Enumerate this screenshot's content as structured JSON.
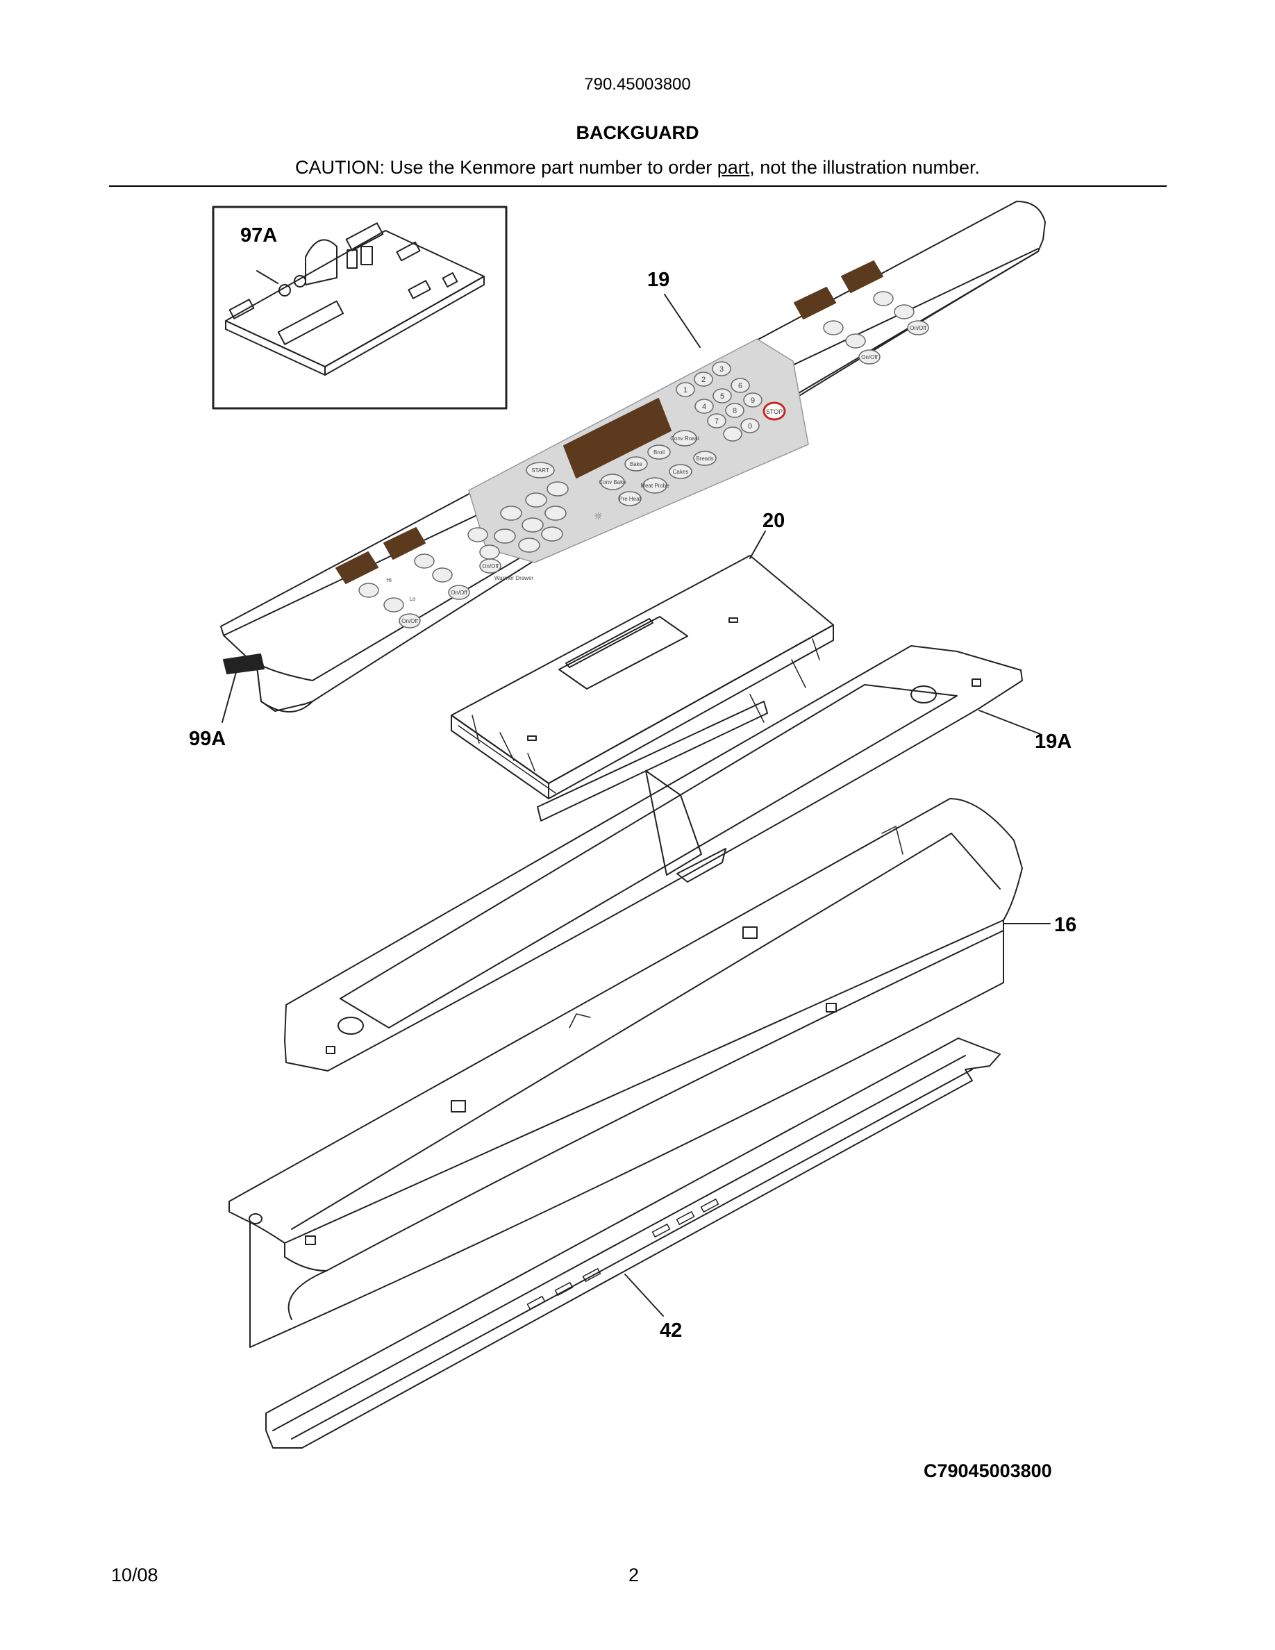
{
  "header": {
    "model_number": "790.45003800",
    "title": "BACKGUARD",
    "caution_pre": "CAUTION: Use the Kenmore part number to order ",
    "caution_link": "part",
    "caution_post": ", not the illustration number."
  },
  "callouts": {
    "c97a": "97A",
    "c19": "19",
    "c20": "20",
    "c99a": "99A",
    "c19a": "19A",
    "c16": "16",
    "c42": "42"
  },
  "panel_labels": {
    "start": "START",
    "bake": "Bake",
    "broil": "Broil",
    "conv_bake": "Conv Bake",
    "conv_roast": "Conv Roast",
    "meat_probe": "Meat Probe",
    "cakes": "Cakes",
    "breads": "Breads",
    "pre_heat": "Pre Heat",
    "stop": "STOP",
    "on_off": "On/Off",
    "hi": "Hi",
    "lo": "Lo",
    "warmer_drawer": "Warmer Drawer",
    "keypad_digits": [
      "1",
      "2",
      "3",
      "4",
      "5",
      "6",
      "7",
      "8",
      "9",
      "0"
    ]
  },
  "footer": {
    "diagram_code": "C79045003800",
    "date": "10/08",
    "page": "2"
  },
  "colors": {
    "line": "#222222",
    "control_area": "#d8d8d8",
    "display": "#5c3a1e",
    "stop_ring": "#cc2222"
  }
}
